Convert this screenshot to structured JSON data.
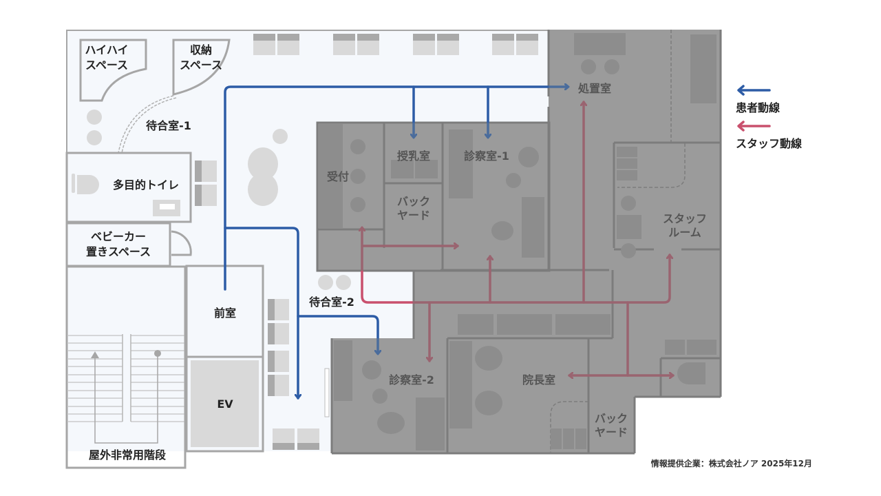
{
  "rooms": {
    "haihai": "ハイハイ\nスペース",
    "storage": "収納\nスペース",
    "waiting1": "待合室-1",
    "toilet": "多目的トイレ",
    "stroller": "ベビーカー\n置きスペース",
    "anteroom": "前室",
    "ev": "EV",
    "stairs": "屋外非常用階段",
    "waiting2": "待合室-2",
    "reception": "受付",
    "nursing": "授乳室",
    "backyard1": "バック\nヤード",
    "exam1": "診察室-1",
    "treatment": "処置室",
    "staffroom": "スタッフ\nルーム",
    "exam2": "診察室-2",
    "director": "院長室",
    "backyard2": "バック\nヤード"
  },
  "legend": {
    "patient_label": "患者動線",
    "staff_label": "スタッフ動線",
    "patient_color": "#2d5ca6",
    "staff_color": "#c9506d"
  },
  "credit": "情報提供企業：株式会社ノア 2025年12月",
  "colors": {
    "patient_area_bg": "#f5f8fc",
    "staff_area_overlay": "#9b9b9b"
  }
}
